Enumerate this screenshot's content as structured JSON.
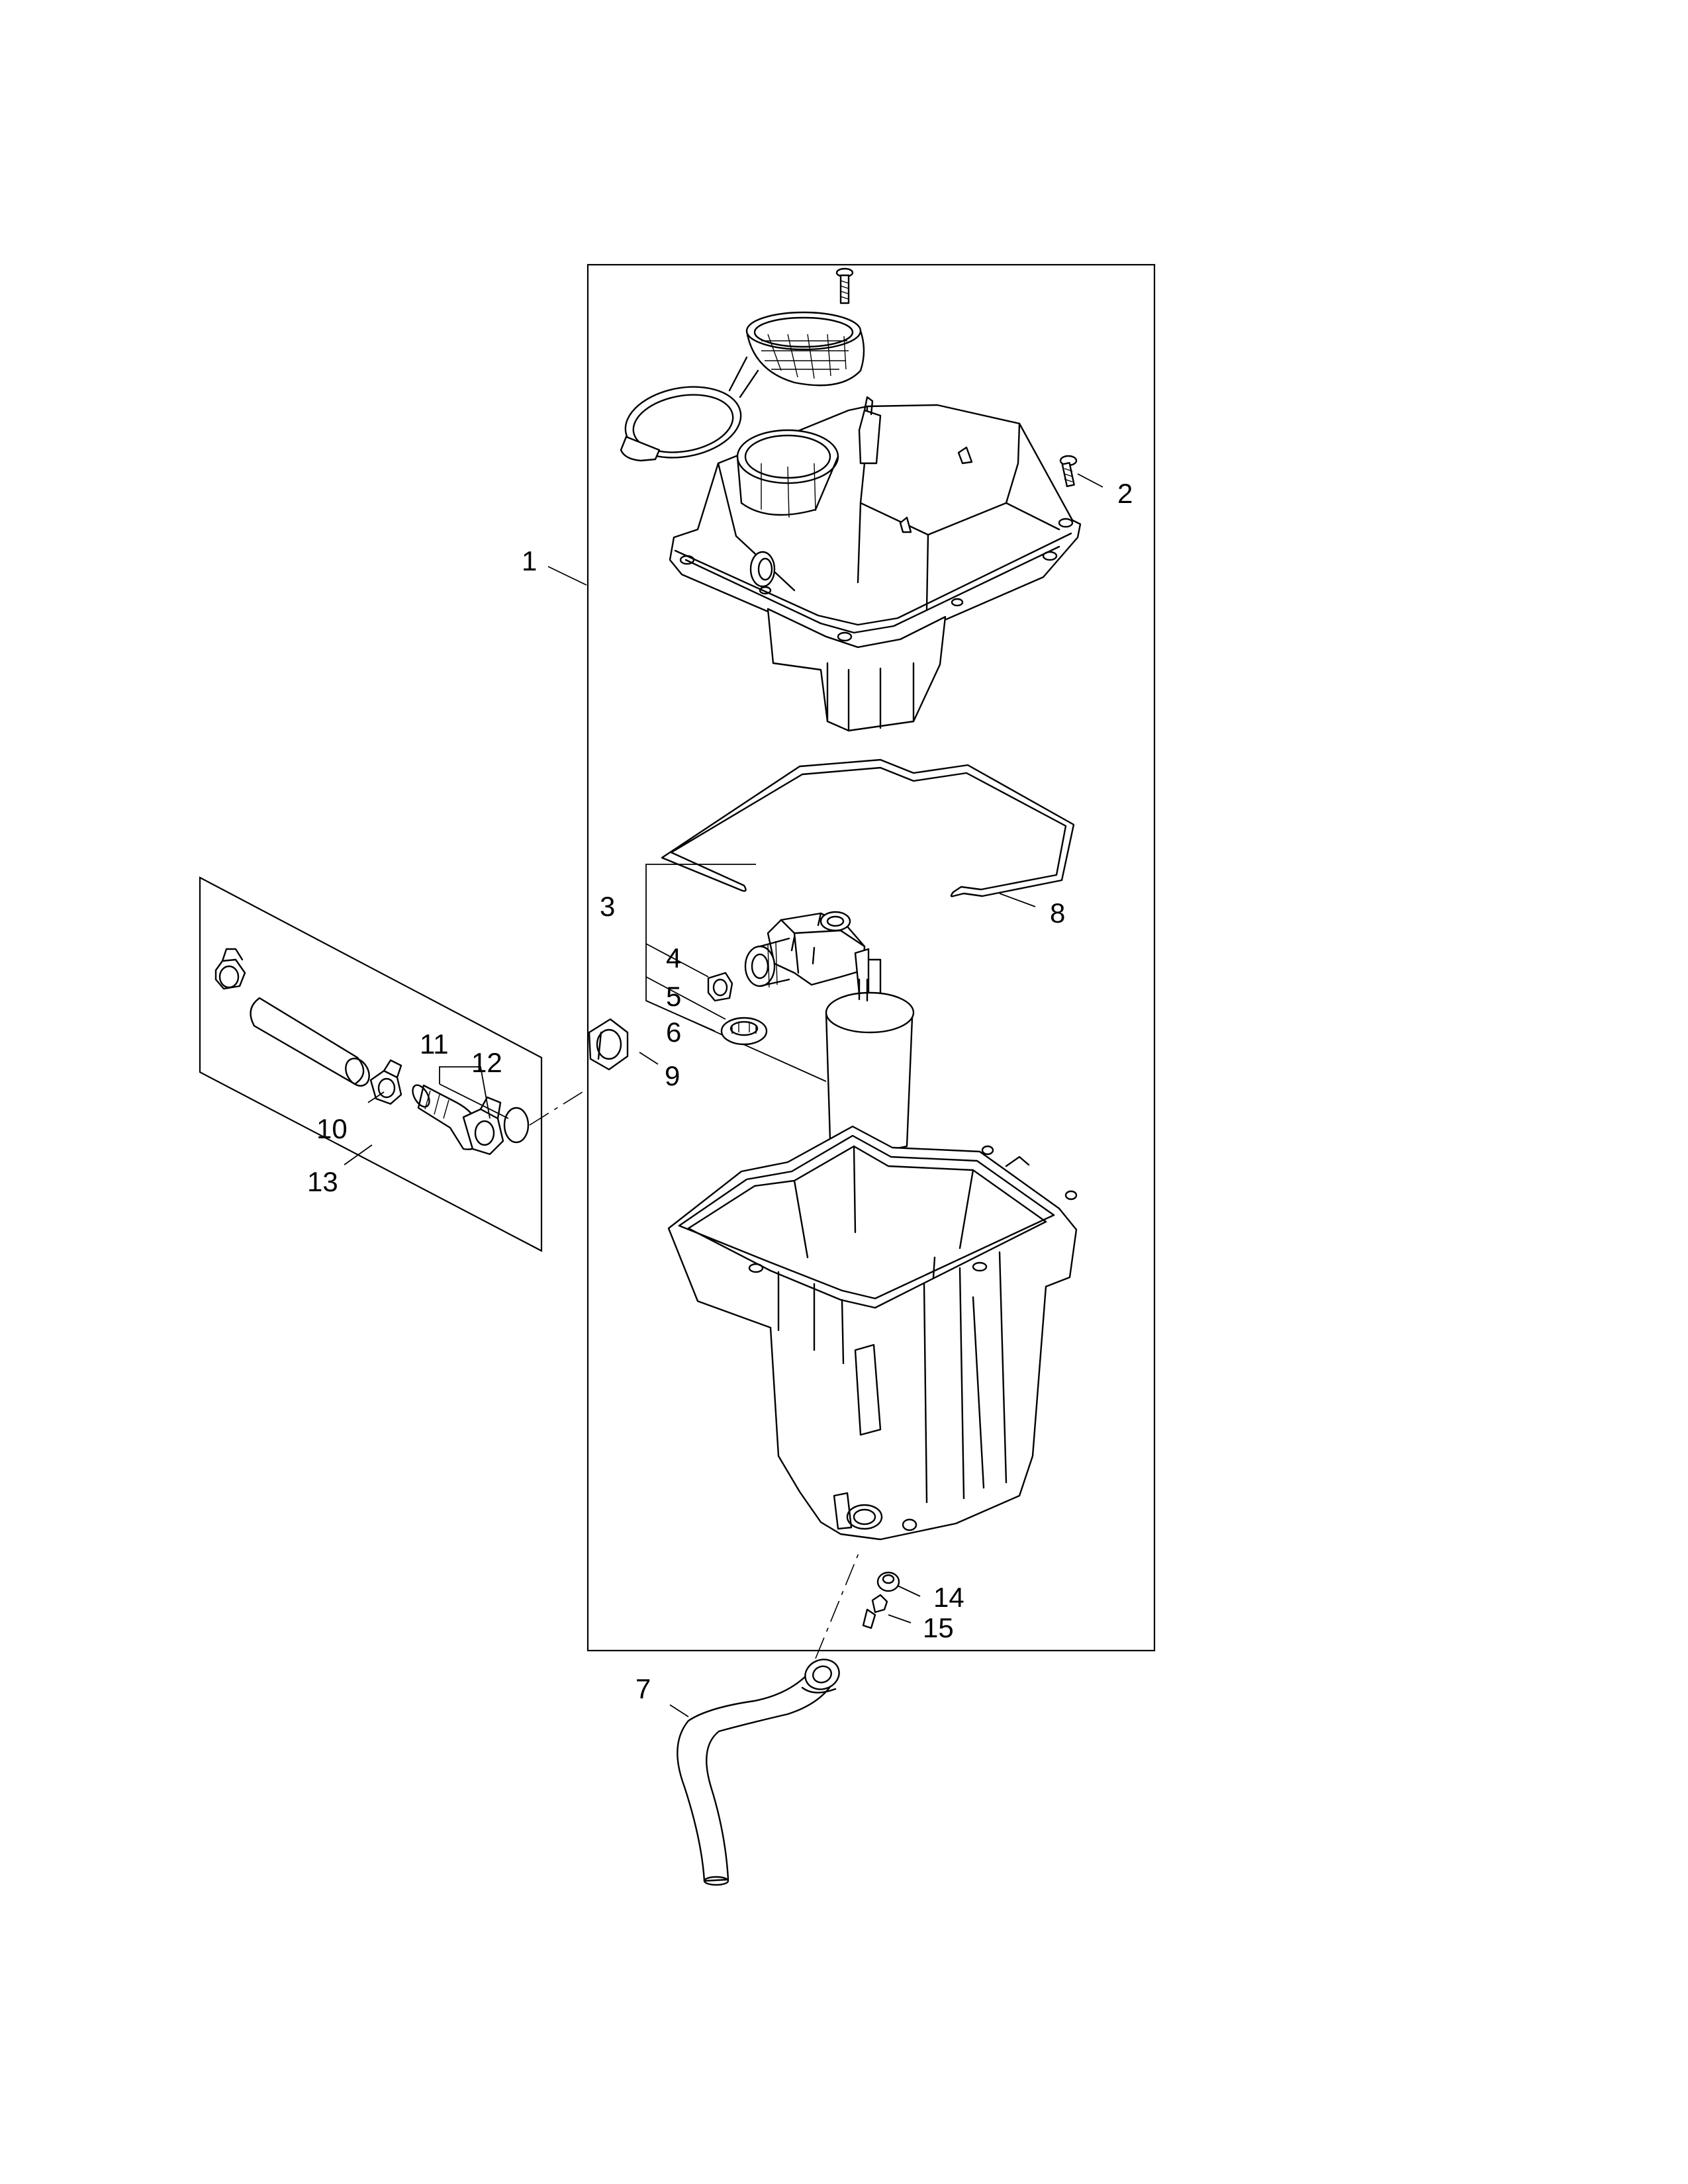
{
  "diagram": {
    "type": "exploded parts view",
    "callouts": [
      {
        "id": "1",
        "label": "1"
      },
      {
        "id": "2",
        "label": "2"
      },
      {
        "id": "3",
        "label": "3"
      },
      {
        "id": "4",
        "label": "4"
      },
      {
        "id": "5",
        "label": "5"
      },
      {
        "id": "6",
        "label": "6"
      },
      {
        "id": "7",
        "label": "7"
      },
      {
        "id": "8",
        "label": "8"
      },
      {
        "id": "9",
        "label": "9"
      },
      {
        "id": "10",
        "label": "10"
      },
      {
        "id": "11",
        "label": "11"
      },
      {
        "id": "12",
        "label": "12"
      },
      {
        "id": "13",
        "label": "13"
      },
      {
        "id": "14",
        "label": "14"
      },
      {
        "id": "15",
        "label": "15"
      }
    ]
  }
}
